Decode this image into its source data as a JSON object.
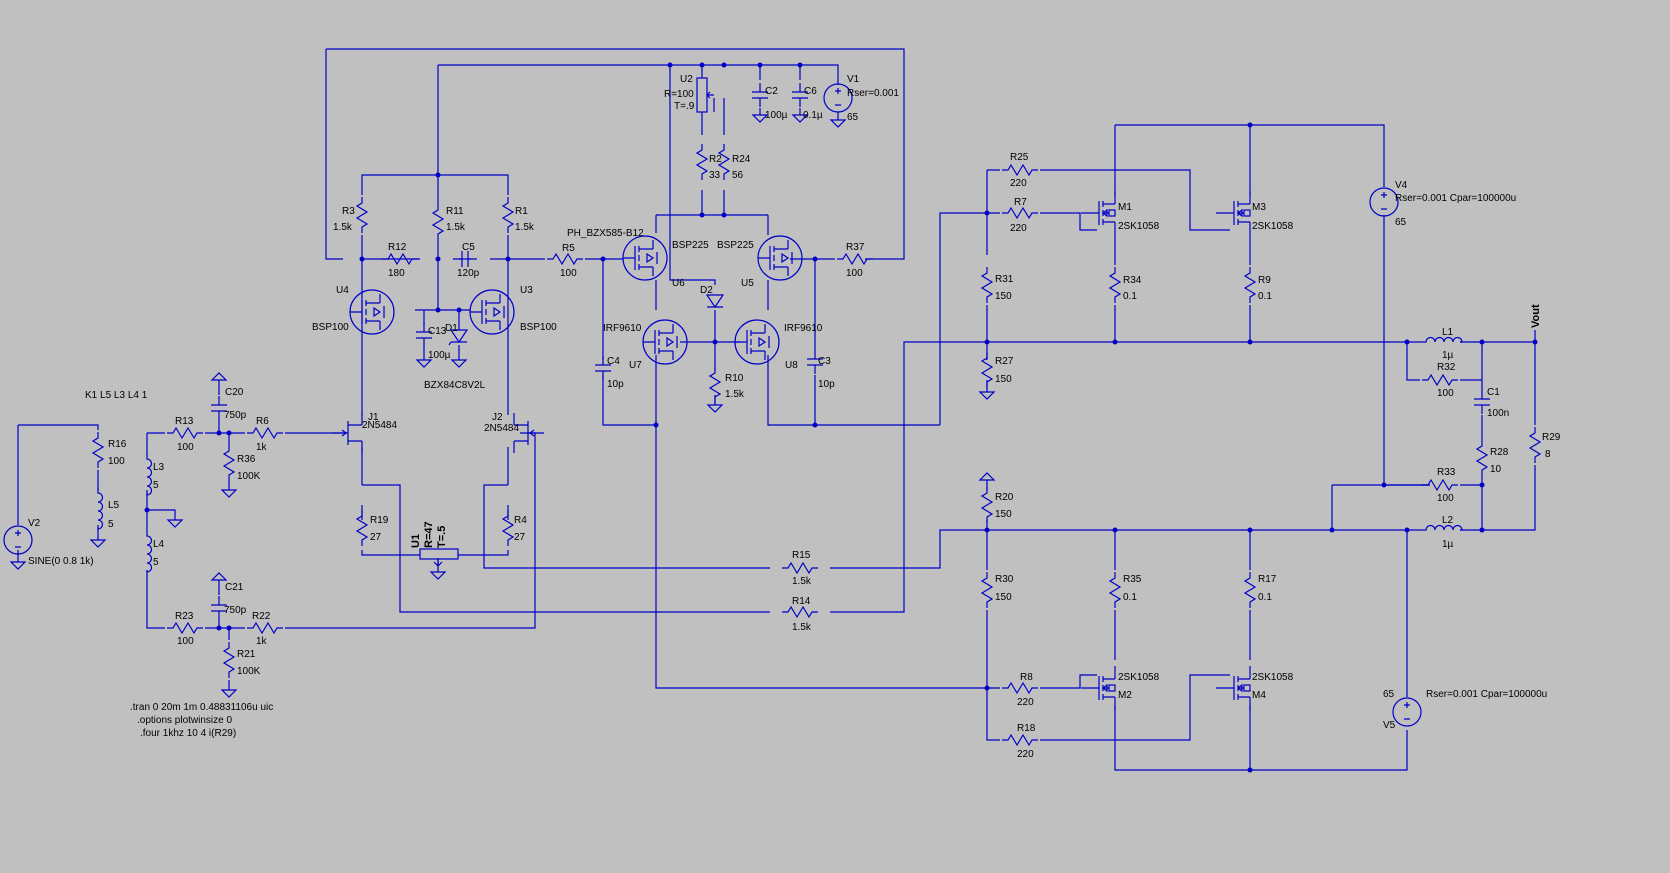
{
  "labels": {
    "R1": "R1",
    "R1v": "1.5k",
    "R2": "R2",
    "R2v": "33",
    "R3": "R3",
    "R3v": "1.5k",
    "R4": "R4",
    "R4v": "27",
    "R5": "R5",
    "R5v": "100",
    "R6": "R6",
    "R6v": "1k",
    "R7": "R7",
    "R7v": "220",
    "R8": "R8",
    "R8v": "220",
    "R9": "R9",
    "R9v": "0.1",
    "R10": "R10",
    "R10v": "1.5k",
    "R11": "R11",
    "R11v": "1.5k",
    "R12": "R12",
    "R12v": "180",
    "R13": "R13",
    "R13v": "100",
    "R14": "R14",
    "R14v": "1.5k",
    "R15": "R15",
    "R15v": "1.5k",
    "R16": "R16",
    "R16v": "100",
    "R17": "R17",
    "R17v": "0.1",
    "R18": "R18",
    "R18v": "220",
    "R19": "R19",
    "R19v": "27",
    "R20": "R20",
    "R20v": "150",
    "R21": "R21",
    "R21v": "100K",
    "R22": "R22",
    "R22v": "1k",
    "R23": "R23",
    "R23v": "100",
    "R24": "R24",
    "R24v": "56",
    "R25": "R25",
    "R25v": "220",
    "R27": "R27",
    "R27v": "150",
    "R28": "R28",
    "R28v": "10",
    "R29": "R29",
    "R29v": "8",
    "R30": "R30",
    "R30v": "150",
    "R31": "R31",
    "R31v": "150",
    "R32": "R32",
    "R32v": "100",
    "R33": "R33",
    "R33v": "100",
    "R34": "R34",
    "R34v": "0.1",
    "R35": "R35",
    "R35v": "0.1",
    "R36": "R36",
    "R36v": "100K",
    "R37": "R37",
    "R37v": "100",
    "C1": "C1",
    "C1v": "100n",
    "C2": "C2",
    "C2v": "100µ",
    "C3": "C3",
    "C3v": "10p",
    "C4": "C4",
    "C4v": "10p",
    "C5": "C5",
    "C5v": "120p",
    "C6": "C6",
    "C6v": "0.1µ",
    "C13": "C13",
    "C13v": "100µ",
    "C20": "C20",
    "C20v": "750p",
    "C21": "C21",
    "C21v": "750p",
    "L1": "L1",
    "L1v": "1µ",
    "L2": "L2",
    "L2v": "1µ",
    "L3": "L3",
    "L3v": "5",
    "L4": "L4",
    "L4v": "5",
    "L5": "L5",
    "L5v": "5",
    "U1": "U1",
    "U1r": "R=47",
    "U1t": "T=.5",
    "U2": "U2",
    "U2r": "R=100",
    "U2t": "T=.9",
    "U3": "U3",
    "U3p": "BSP100",
    "U4": "U4",
    "U4p": "BSP100",
    "U5": "U5",
    "U5p": "BSP225",
    "U6": "U6",
    "U6p": "BSP225",
    "U7": "U7",
    "U7p": "IRF9610",
    "U8": "U8",
    "U8p": "IRF9610",
    "M1": "M1",
    "M1p": "2SK1058",
    "M2": "M2",
    "M2p": "2SK1058",
    "M3": "M3",
    "M3p": "2SK1058",
    "M4": "M4",
    "M4p": "2SK1058",
    "J1": "J1",
    "J1p": "2N5484",
    "J2": "J2",
    "J2p": "2N5484",
    "D1": "D1",
    "D1p": "BZX84C8V2L",
    "D2": "D2",
    "D2p": "PH_BZX585-B12",
    "V1": "V1",
    "V1r": "Rser=0.001",
    "V1v": "65",
    "V2": "V2",
    "V2v": "SINE(0 0.8 1k)",
    "V4": "V4",
    "V4r": "Rser=0.001 Cpar=100000u",
    "V4v": "65",
    "V5": "V5",
    "V5r": "Rser=0.001 Cpar=100000u",
    "V5v": "65",
    "Vout": "Vout"
  },
  "directives": {
    "coupling": "K1 L5 L3 L4 1",
    "tran": ".tran 0 20m 1m 0.48831106u uic",
    "options": ".options plotwinsize 0",
    "four": ".four 1khz 10 4 i(R29)"
  }
}
